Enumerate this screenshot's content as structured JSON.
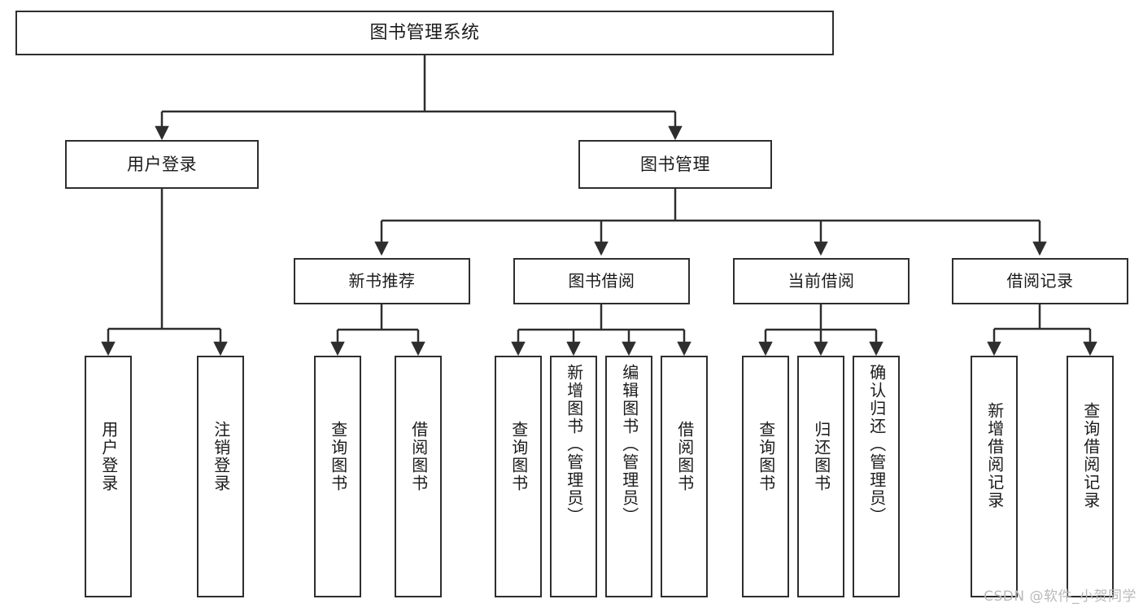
{
  "diagram": {
    "title_node": {
      "id": "root",
      "label": "图书管理系统"
    },
    "level2": [
      {
        "id": "user-login",
        "label": "用户登录"
      },
      {
        "id": "book-manage",
        "label": "图书管理"
      }
    ],
    "level3": [
      {
        "id": "new-book-recommend",
        "label": "新书推荐"
      },
      {
        "id": "book-borrow",
        "label": "图书借阅"
      },
      {
        "id": "current-borrow",
        "label": "当前借阅"
      },
      {
        "id": "borrow-record",
        "label": "借阅记录"
      }
    ],
    "leaves": [
      {
        "id": "leaf-user-login",
        "label": "用户登录",
        "parent": "user-login"
      },
      {
        "id": "leaf-logout",
        "label": "注销登录",
        "parent": "user-login"
      },
      {
        "id": "leaf-query-book-1",
        "label": "查询图书",
        "parent": "new-book-recommend"
      },
      {
        "id": "leaf-borrow-book-1",
        "label": "借阅图书",
        "parent": "new-book-recommend"
      },
      {
        "id": "leaf-query-book-2",
        "label": "查询图书",
        "parent": "book-borrow"
      },
      {
        "id": "leaf-add-book",
        "label": "新增图书（管理员）",
        "parent": "book-borrow"
      },
      {
        "id": "leaf-edit-book",
        "label": "编辑图书（管理员）",
        "parent": "book-borrow"
      },
      {
        "id": "leaf-borrow-book-2",
        "label": "借阅图书",
        "parent": "book-borrow"
      },
      {
        "id": "leaf-query-book-3",
        "label": "查询图书",
        "parent": "current-borrow"
      },
      {
        "id": "leaf-return-book",
        "label": "归还图书",
        "parent": "current-borrow"
      },
      {
        "id": "leaf-confirm-return",
        "label": "确认归还（管理员）",
        "parent": "current-borrow"
      },
      {
        "id": "leaf-add-record",
        "label": "新增借阅记录",
        "parent": "borrow-record"
      },
      {
        "id": "leaf-query-record",
        "label": "查询借阅记录",
        "parent": "borrow-record"
      }
    ],
    "watermark": "CSDN @软件_小贺同学",
    "colors": {
      "stroke": "#2e2e2e",
      "fill": "#ffffff",
      "text": "#1b1b1b",
      "watermark": "#b9b9b9"
    }
  }
}
